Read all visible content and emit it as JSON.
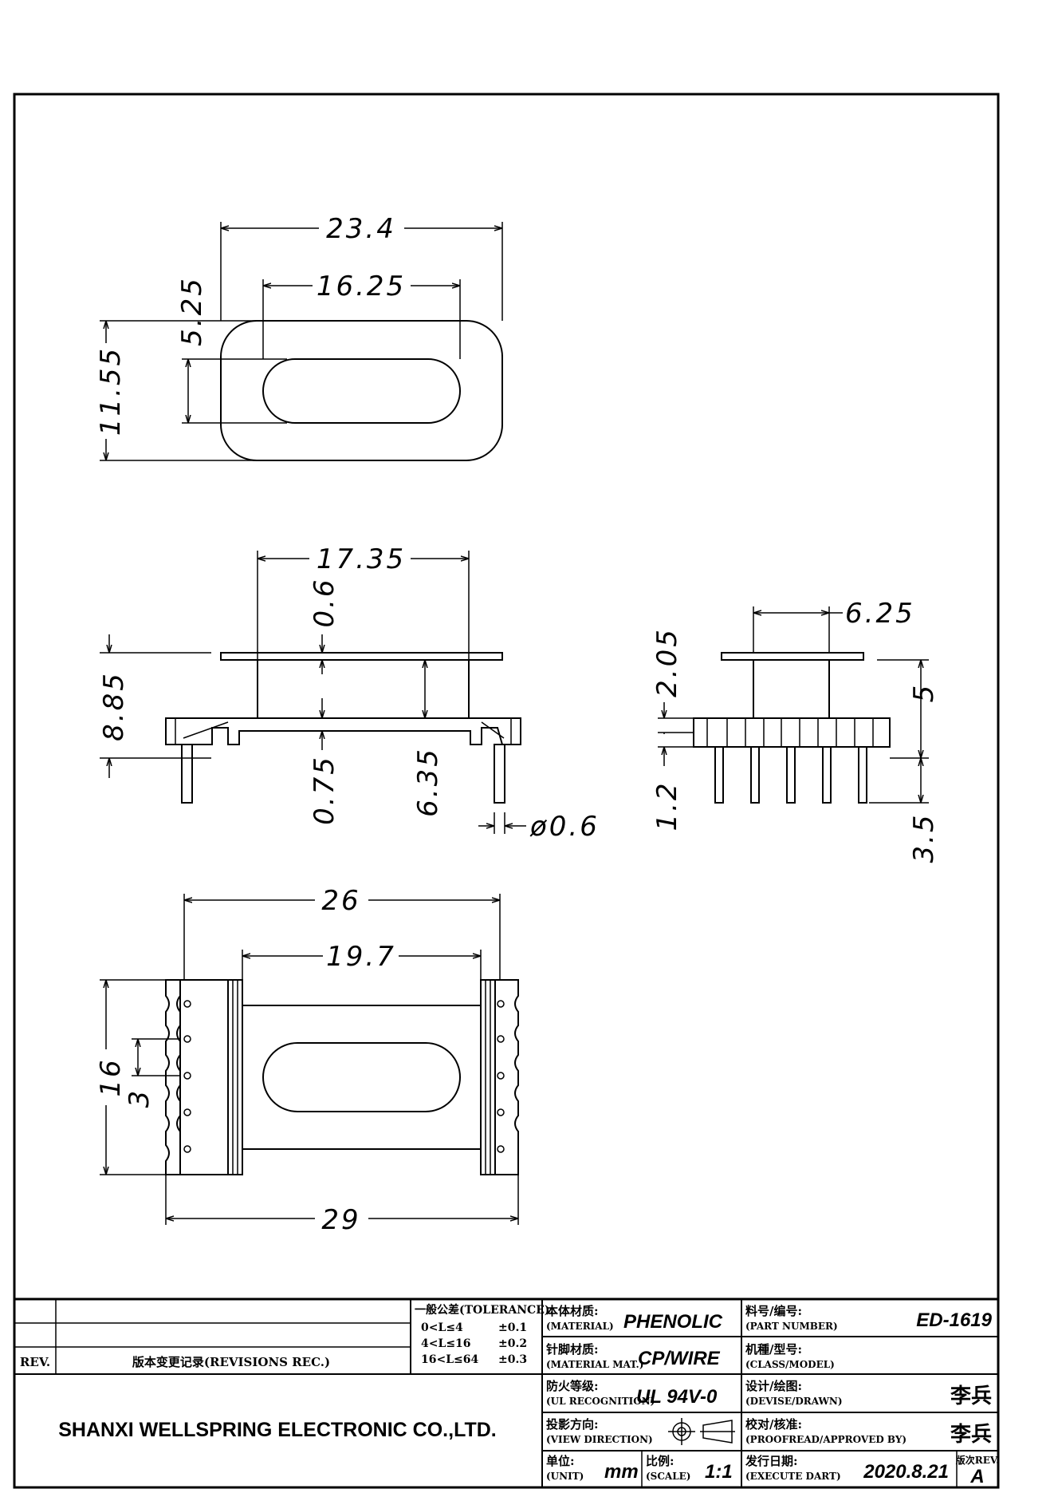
{
  "drawing": {
    "top_view": {
      "dim_outer_width": "23.4",
      "dim_inner_width": "16.25",
      "dim_inner_height": "5.25",
      "dim_outer_height": "11.55"
    },
    "front_view": {
      "dim_flange_width": "17.35",
      "dim_flange_thickness": "0.6",
      "dim_total_height": "8.85",
      "dim_base_thickness": "0.75",
      "dim_winding_height": "6.35",
      "dim_pin_diameter": "ø0.6"
    },
    "side_view": {
      "dim_core_width": "6.25",
      "dim_winding_height": "2.05",
      "dim_base_height": "1.2",
      "dim_total": "5",
      "dim_pin_length": "3.5"
    },
    "bottom_view": {
      "dim_flange_span": "26",
      "dim_inner_span": "19.7",
      "dim_depth": "16",
      "dim_pin_pitch": "3",
      "dim_base_length": "29"
    }
  },
  "title_block": {
    "rev_label": "REV.",
    "revisions_label": "版本变更记录(REVISIONS REC.)",
    "tolerance_title": "一般公差(TOLERANCE):",
    "tolerance_rows": [
      {
        "range": "0<L≤4",
        "value": "±0.1"
      },
      {
        "range": "4<L≤16",
        "value": "±0.2"
      },
      {
        "range": "16<L≤64",
        "value": "±0.3"
      }
    ],
    "material_cn": "本体材质:",
    "material_en": "(MATERIAL)",
    "material_value": "PHENOLIC",
    "pin_material_cn": "针脚材质:",
    "pin_material_en": "(MATERIAL MAT.)",
    "pin_material_value": "CP/WIRE",
    "ul_cn": "防火等级:",
    "ul_en": "(UL RECOGNITION)",
    "ul_value": "UL 94V-0",
    "view_cn": "投影方向:",
    "view_en": "(VIEW DIRECTION)",
    "unit_cn": "单位:",
    "unit_en": "(UNIT)",
    "unit_value": "mm",
    "scale_cn": "比例:",
    "scale_en": "(SCALE)",
    "scale_value": "1:1",
    "part_cn": "料号/编号:",
    "part_en": "(PART NUMBER)",
    "part_value": "ED-1619",
    "class_cn": "机種/型号:",
    "class_en": "(CLASS/MODEL)",
    "drawn_cn": "设计/绘图:",
    "drawn_en": "(DEVISE/DRAWN)",
    "drawn_value": "李兵",
    "approved_cn": "校对/核准:",
    "approved_en": "(PROOFREAD/APPROVED BY)",
    "approved_value": "李兵",
    "date_cn": "发行日期:",
    "date_en": "(EXECUTE DART)",
    "date_value": "2020.8.21",
    "rev_cn": "版次REV.",
    "rev_value": "A",
    "company": "SHANXI WELLSPRING ELECTRONIC CO.,LTD."
  }
}
